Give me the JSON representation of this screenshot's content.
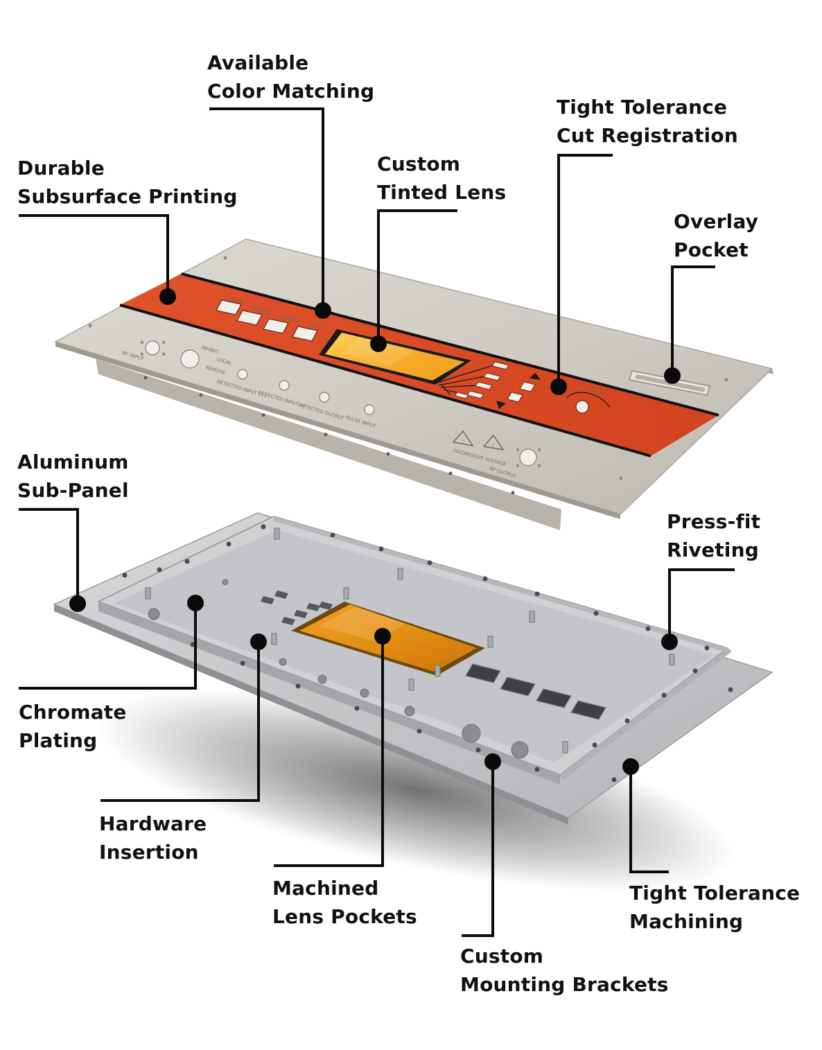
{
  "diagram": {
    "colors": {
      "panel_face": "#cfcbc4",
      "panel_edge": "#a9a59d",
      "stripe": "#db4a22",
      "lens": "#f7ad2a",
      "aluminum": "#c6c8ca",
      "aluminum_dark": "#9a9c9f",
      "leader": "#0a0a0a"
    },
    "icons": {
      "marker": "black-dot-marker",
      "warning": "hazard-triangle-icon"
    }
  },
  "panel_printing": {
    "power": "POWER",
    "standby": "STANDBY",
    "operate": "OPERATE",
    "fault": "FAULT",
    "reset": "RESET",
    "rf_input": "RF INPUT",
    "inhibit": "INHIBIT",
    "local": "LOCAL",
    "remote": "REMOTE",
    "detected_input_plus": "DETECTED INPUT (+)",
    "detected_input_minus": "DETECTED INPUT (-)",
    "detected_output": "DETECTED OUTPUT",
    "pulse_input": "PULSE INPUT",
    "hazardous_voltage": "HAZARDOUS VOLTAGE",
    "rf_output": "RF OUTPUT",
    "adjust": "ADJUST"
  },
  "callouts": [
    {
      "id": "available-color-matching",
      "lines": [
        "Available",
        "Color Matching"
      ]
    },
    {
      "id": "tight-tolerance-cut-registration",
      "lines": [
        "Tight Tolerance",
        "Cut Registration"
      ]
    },
    {
      "id": "durable-subsurface-printing",
      "lines": [
        "Durable",
        "Subsurface Printing"
      ]
    },
    {
      "id": "custom-tinted-lens",
      "lines": [
        "Custom",
        "Tinted Lens"
      ]
    },
    {
      "id": "overlay-pocket",
      "lines": [
        "Overlay",
        "Pocket"
      ]
    },
    {
      "id": "aluminum-sub-panel",
      "lines": [
        "Aluminum",
        "Sub-Panel"
      ]
    },
    {
      "id": "press-fit-riveting",
      "lines": [
        "Press-fit",
        "Riveting"
      ]
    },
    {
      "id": "chromate-plating",
      "lines": [
        "Chromate",
        "Plating"
      ]
    },
    {
      "id": "hardware-insertion",
      "lines": [
        "Hardware",
        "Insertion"
      ]
    },
    {
      "id": "machined-lens-pockets",
      "lines": [
        "Machined",
        "Lens Pockets"
      ]
    },
    {
      "id": "tight-tolerance-machining",
      "lines": [
        "Tight Tolerance",
        "Machining"
      ]
    },
    {
      "id": "custom-mounting-brackets",
      "lines": [
        "Custom",
        "Mounting Brackets"
      ]
    }
  ]
}
